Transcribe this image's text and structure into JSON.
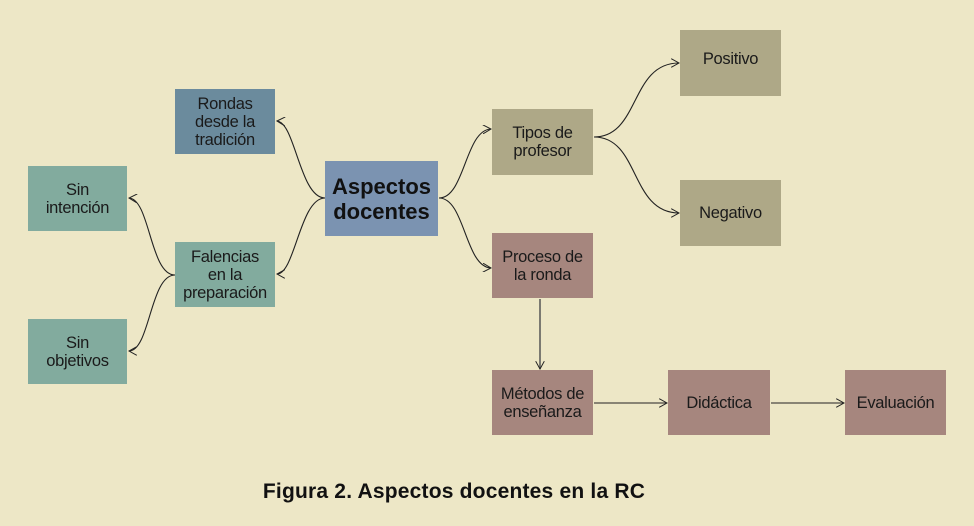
{
  "colors": {
    "background": "#ede7c6",
    "main": "#7b93b1",
    "tradition": "#6b8b9d",
    "teal": "#82ab9e",
    "olive": "#aea887",
    "mauve": "#a6867e"
  },
  "nodes": {
    "aspectos": {
      "label": "Aspectos\ndocentes",
      "color": "#7b93b1"
    },
    "rondas": {
      "label": "Rondas\ndesde la\ntradición",
      "color": "#6b8b9d"
    },
    "falencias": {
      "label": "Falencias\nen la\npreparación",
      "color": "#82ab9e"
    },
    "sin_intencion": {
      "label": "Sin\nintención",
      "color": "#82ab9e"
    },
    "sin_objetivos": {
      "label": "Sin\nobjetivos",
      "color": "#82ab9e"
    },
    "tipos": {
      "label": "Tipos de\nprofesor",
      "color": "#aea887"
    },
    "positivo": {
      "label": "Positivo",
      "color": "#aea887"
    },
    "negativo": {
      "label": "Negativo",
      "color": "#aea887"
    },
    "proceso": {
      "label": "Proceso de\nla ronda",
      "color": "#a6867e"
    },
    "metodos": {
      "label": "Métodos de\nenseñanza",
      "color": "#a6867e"
    },
    "didactica": {
      "label": "Didáctica",
      "color": "#a6867e"
    },
    "evaluacion": {
      "label": "Evaluación",
      "color": "#a6867e"
    }
  },
  "edges": [
    {
      "from": "aspectos",
      "to": "rondas"
    },
    {
      "from": "aspectos",
      "to": "falencias"
    },
    {
      "from": "falencias",
      "to": "sin_intencion"
    },
    {
      "from": "falencias",
      "to": "sin_objetivos"
    },
    {
      "from": "aspectos",
      "to": "tipos"
    },
    {
      "from": "aspectos",
      "to": "proceso"
    },
    {
      "from": "tipos",
      "to": "positivo"
    },
    {
      "from": "tipos",
      "to": "negativo"
    },
    {
      "from": "proceso",
      "to": "metodos"
    },
    {
      "from": "metodos",
      "to": "didactica"
    },
    {
      "from": "didactica",
      "to": "evaluacion"
    }
  ],
  "caption": "Figura 2. Aspectos docentes en la RC"
}
